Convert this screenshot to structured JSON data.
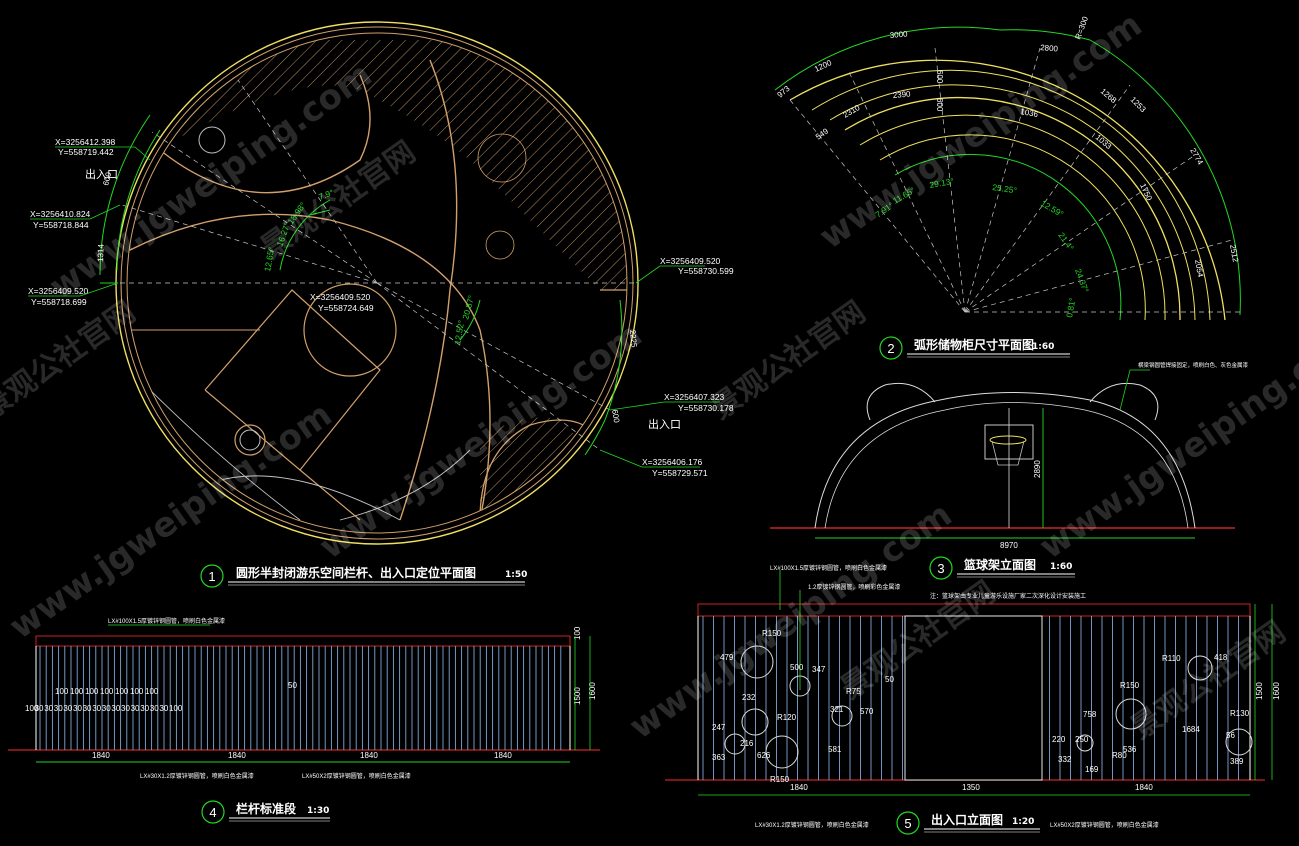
{
  "colors": {
    "background": "#000000",
    "outline_yellow": "#f0e060",
    "outline_brown": "#d2a06a",
    "dimension_green": "#22d822",
    "ground_red": "#cc2222",
    "fence_blue": "#7fa6d8",
    "text_white": "#ffffff",
    "watermark": "#ffffff"
  },
  "watermark": {
    "site": "www.jgweiping.com",
    "name": "景观公社官网"
  },
  "view1": {
    "number": "1",
    "title": "圆形半封闭游乐空间栏杆、出入口定位平面图",
    "scale": "1:50",
    "entrance_label": "出入口",
    "coords": [
      {
        "x": "X=3256412.398",
        "y": "Y=558719.442"
      },
      {
        "x": "X=3256410.824",
        "y": "Y=558718.844"
      },
      {
        "x": "X=3256409.520",
        "y": "Y=558718.699"
      },
      {
        "x": "X=3256409.520",
        "y": "Y=558730.599"
      },
      {
        "x": "X=3256409.520",
        "y": "Y=558724.649"
      },
      {
        "x": "X=3256407.323",
        "y": "Y=558730.178"
      },
      {
        "x": "X=3256406.176",
        "y": "Y=558729.571"
      }
    ],
    "angles": [
      "12.65°",
      "16.27°",
      "18.98°",
      "7.9°",
      "20.87°",
      "12.52°"
    ],
    "dims": [
      "600",
      "1314",
      "600",
      "2225",
      "600",
      "120",
      "120",
      "1314"
    ]
  },
  "view2": {
    "number": "2",
    "title": "弧形储物柜尺寸平面图",
    "scale": "1:60",
    "dims": [
      "3000",
      "2800",
      "R=300",
      "1200",
      "2390",
      "600",
      "600",
      "1268",
      "1253",
      "2774",
      "1750",
      "2054",
      "2512",
      "549",
      "1036",
      "1033",
      "973",
      "2310"
    ],
    "angles": [
      "7.91°",
      "11.65°",
      "29.13°",
      "25.25°",
      "12.59°",
      "21.4°",
      "24.37°",
      "0.81°"
    ]
  },
  "view3": {
    "number": "3",
    "title": "篮球架立面图",
    "scale": "1:60",
    "note": "横梁钢圆管焊接固定，喷刷白色、灰色金属漆",
    "dim_width": "8970",
    "dim_height": "2890"
  },
  "view4": {
    "number": "4",
    "title": "栏杆标准段",
    "scale": "1:30",
    "top_rail": "LX#100X1.5厚镀锌钢圆管，喷刷白色金属漆",
    "bottom_rail1": "LX#30X1.2厚镀锌钢圆管，喷刷白色金属漆",
    "bottom_rail2": "LX#50X2厚镀锌钢圆管，喷刷白色金属漆",
    "segment_widths": [
      "1840",
      "1840",
      "1840",
      "1840"
    ],
    "heights": [
      "100",
      "1500",
      "1600"
    ],
    "post_gap": "50",
    "row_top": [
      "100",
      "100",
      "100",
      "100",
      "100",
      "100",
      "100"
    ],
    "row_bottom": [
      "100",
      "30",
      "30",
      "30",
      "30",
      "30",
      "30",
      "30",
      "30",
      "30",
      "30",
      "30",
      "30",
      "30",
      "30",
      "100"
    ]
  },
  "view5": {
    "number": "5",
    "title": "出入口立面图",
    "scale": "1:20",
    "note": "注：篮球架由专业儿童游乐设施厂家二次深化设计安装施工",
    "top_rail": "LX#100X1.5厚镀锌钢圆管，喷刷白色金属漆",
    "mid_rail": "1.2厚镀锌钢圆管，喷刷彩色金属漆",
    "bottom_rail1": "LX#30X1.2厚镀锌钢圆管，喷刷白色金属漆",
    "bottom_rail2": "LX#50X2厚镀锌钢圆管，喷刷白色金属漆",
    "bottom_dims": [
      "1840",
      "1350",
      "1840"
    ],
    "heights": [
      "1500",
      "1600"
    ],
    "labels": [
      "R150",
      "479",
      "500",
      "347",
      "R75",
      "232",
      "321",
      "570",
      "50",
      "R120",
      "247",
      "216",
      "626",
      "581",
      "363",
      "R150",
      "R110",
      "418",
      "R150",
      "758",
      "1684",
      "R130",
      "56",
      "332",
      "220",
      "250",
      "169",
      "R80",
      "536",
      "389"
    ]
  }
}
